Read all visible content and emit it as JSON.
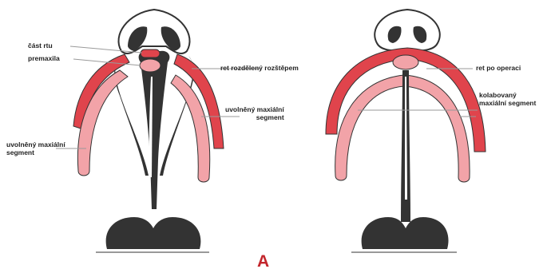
{
  "figure_letter": "A",
  "colors": {
    "lip_red": "#e0444c",
    "maxilla_pink": "#f2a3a8",
    "dark": "#333333",
    "label_text": "#1f1f1f",
    "letter": "#c3262c"
  },
  "left_panel": {
    "labels": {
      "lip_part": "část rtu",
      "premaxilla": "premaxila",
      "cleft_lip": "ret rozdělený rozštěpem",
      "released_segment_right": "uvolněný maxiální\nsegment",
      "released_segment_left": "uvolněný maxiální\nsegment"
    }
  },
  "right_panel": {
    "labels": {
      "lip_after_surgery": "ret po operaci",
      "collapsed_segment": "kolabovaný\nmaxiální segment"
    }
  }
}
